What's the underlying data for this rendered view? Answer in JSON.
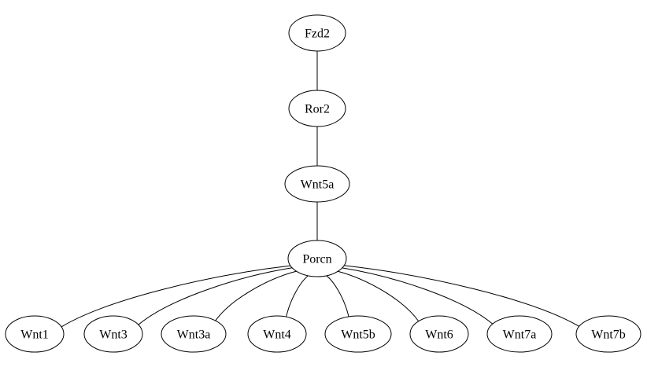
{
  "graph": {
    "nodes": [
      {
        "id": "fzd2",
        "label": "Fzd2"
      },
      {
        "id": "ror2",
        "label": "Ror2"
      },
      {
        "id": "wnt5a",
        "label": "Wnt5a"
      },
      {
        "id": "porcn",
        "label": "Porcn"
      },
      {
        "id": "wnt1",
        "label": "Wnt1"
      },
      {
        "id": "wnt3",
        "label": "Wnt3"
      },
      {
        "id": "wnt3a",
        "label": "Wnt3a"
      },
      {
        "id": "wnt4",
        "label": "Wnt4"
      },
      {
        "id": "wnt5b",
        "label": "Wnt5b"
      },
      {
        "id": "wnt6",
        "label": "Wnt6"
      },
      {
        "id": "wnt7a",
        "label": "Wnt7a"
      },
      {
        "id": "wnt7b",
        "label": "Wnt7b"
      }
    ],
    "edges": [
      {
        "from": "fzd2",
        "to": "ror2"
      },
      {
        "from": "ror2",
        "to": "wnt5a"
      },
      {
        "from": "wnt5a",
        "to": "porcn"
      },
      {
        "from": "porcn",
        "to": "wnt1"
      },
      {
        "from": "porcn",
        "to": "wnt3"
      },
      {
        "from": "porcn",
        "to": "wnt3a"
      },
      {
        "from": "porcn",
        "to": "wnt4"
      },
      {
        "from": "porcn",
        "to": "wnt5b"
      },
      {
        "from": "porcn",
        "to": "wnt6"
      },
      {
        "from": "porcn",
        "to": "wnt7a"
      },
      {
        "from": "porcn",
        "to": "wnt7b"
      }
    ],
    "colors": {
      "node_fill": "#ffffff",
      "stroke": "#000000",
      "text": "#000000",
      "background": "#ffffff"
    }
  }
}
